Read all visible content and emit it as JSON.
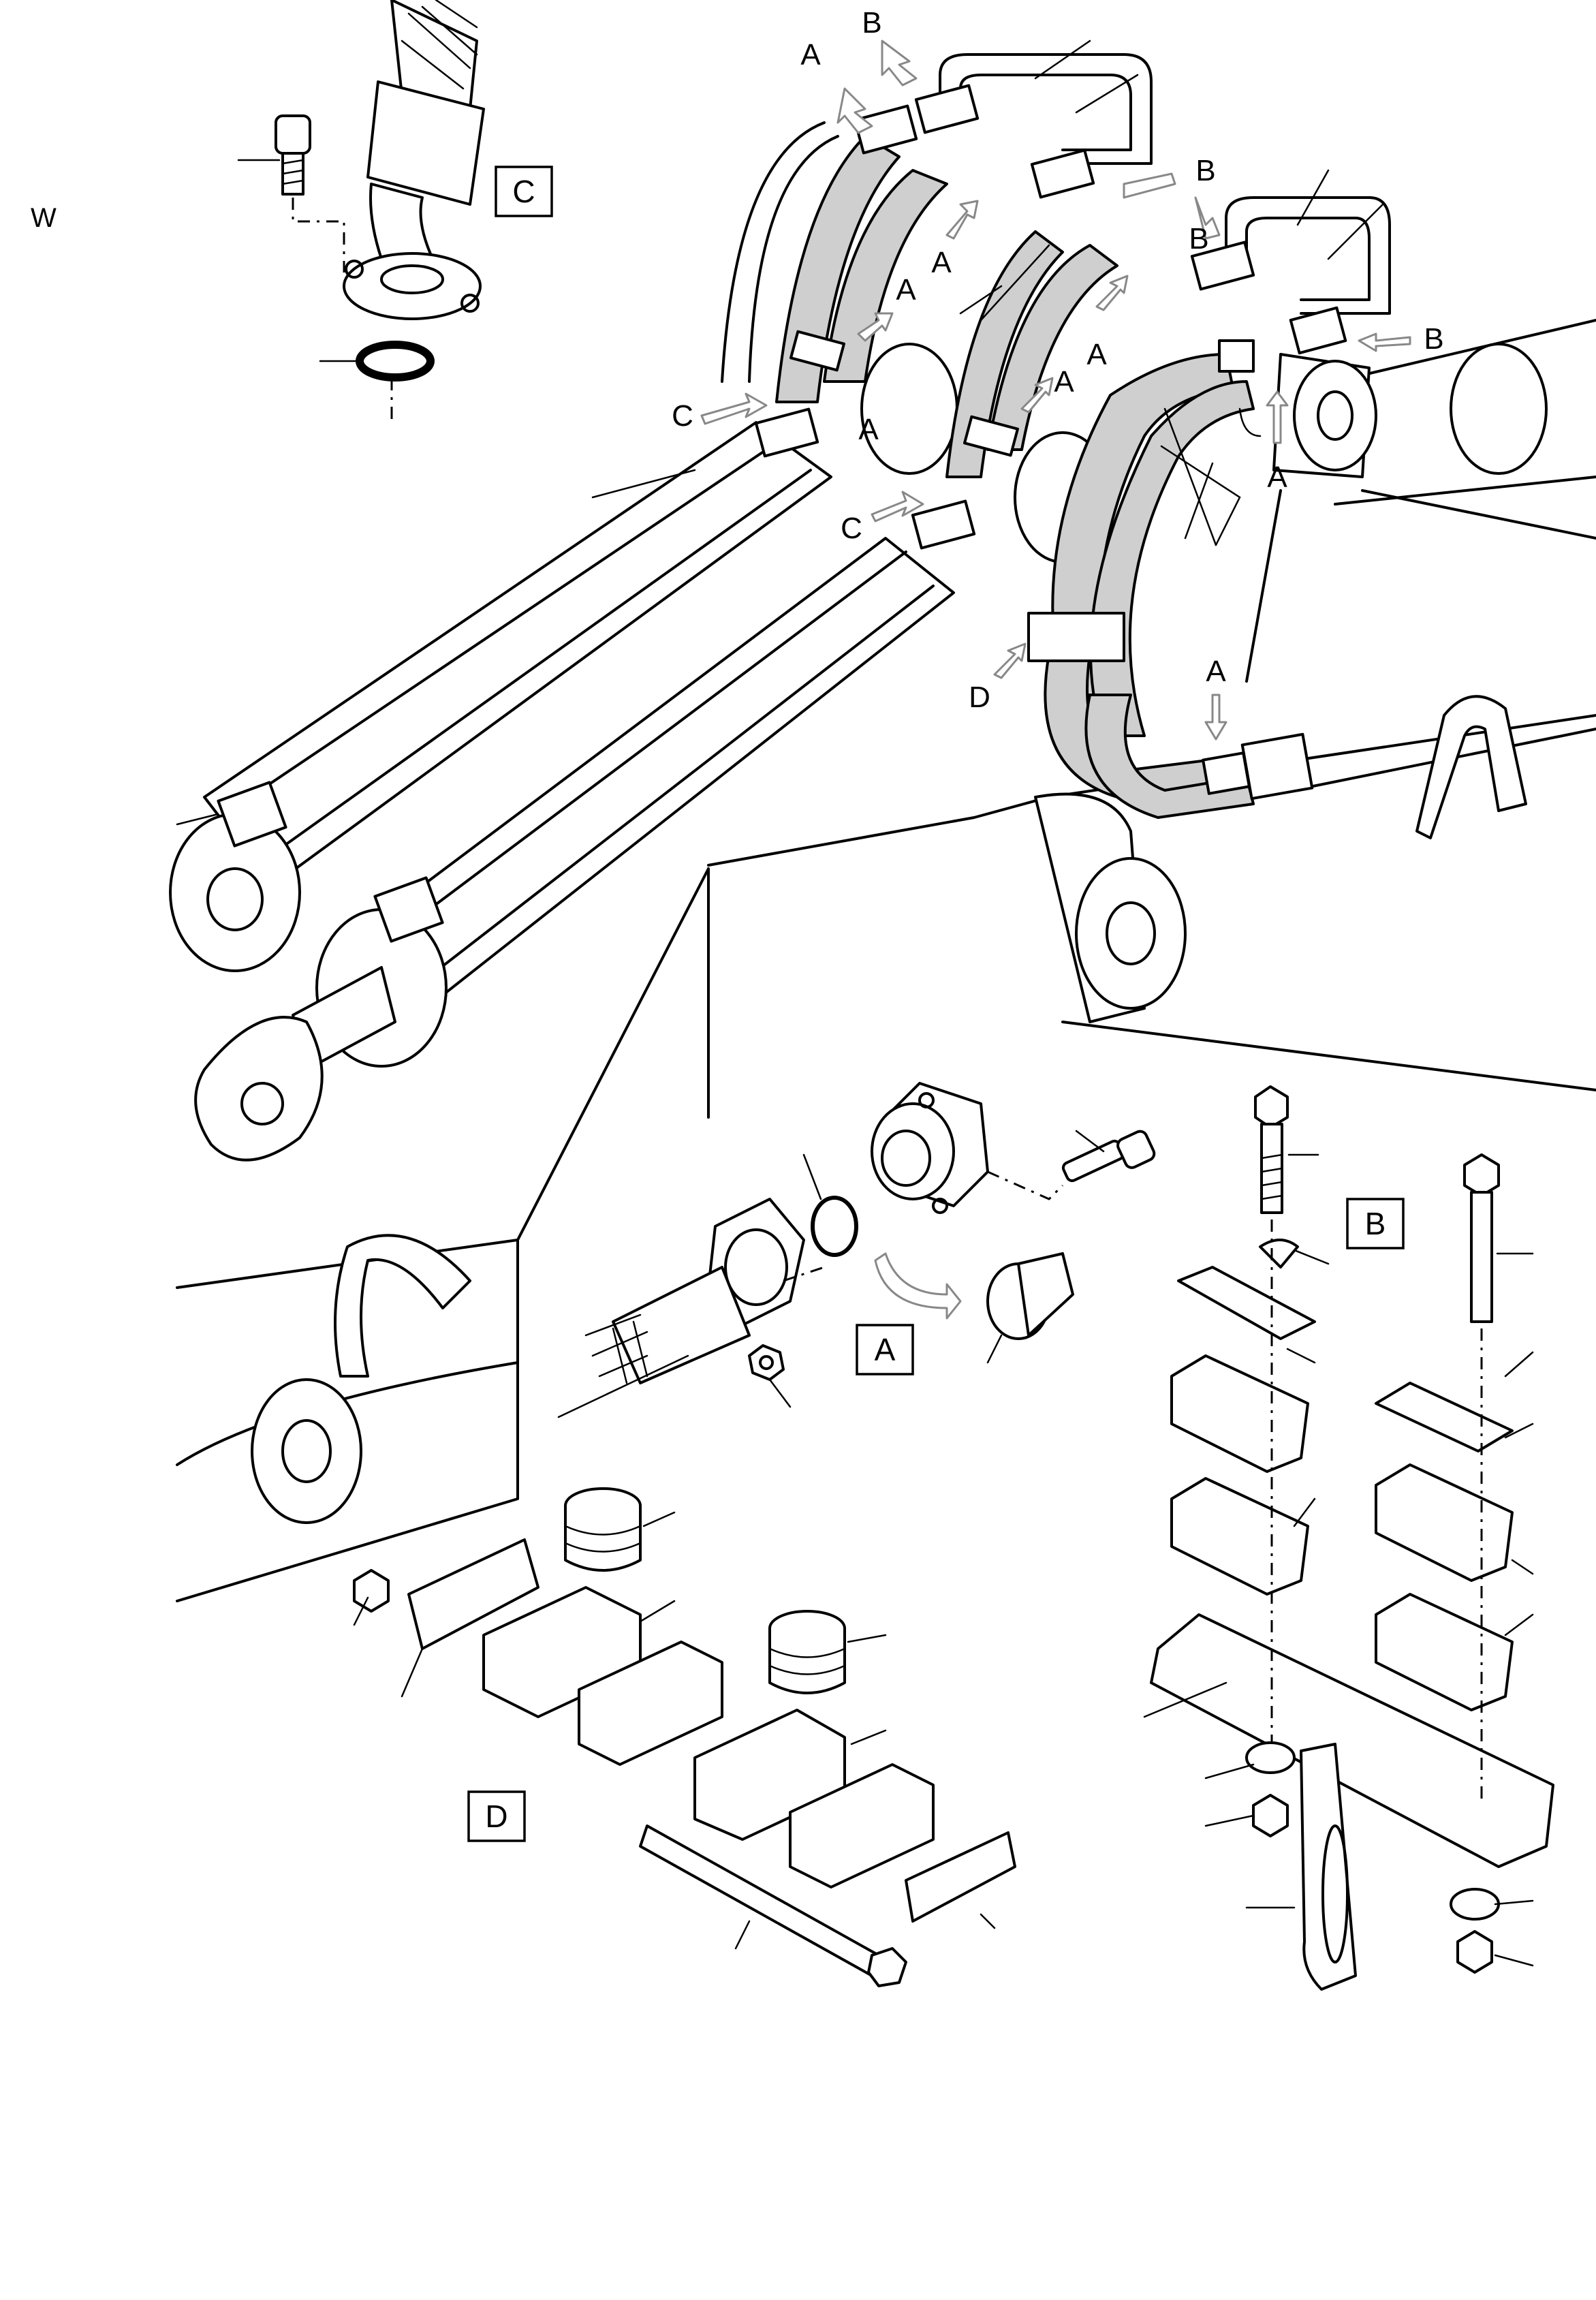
{
  "figure": {
    "corner_label": "W",
    "detail_labels": {
      "A": "A",
      "B": "B",
      "C": "C",
      "D": "D"
    },
    "callouts": {
      "A": [
        "A",
        "A",
        "A",
        "A",
        "A",
        "A",
        "A",
        "A"
      ],
      "B": [
        "B",
        "B",
        "B",
        "B"
      ],
      "C": [
        "C",
        "C"
      ],
      "D": [
        "D"
      ]
    }
  }
}
